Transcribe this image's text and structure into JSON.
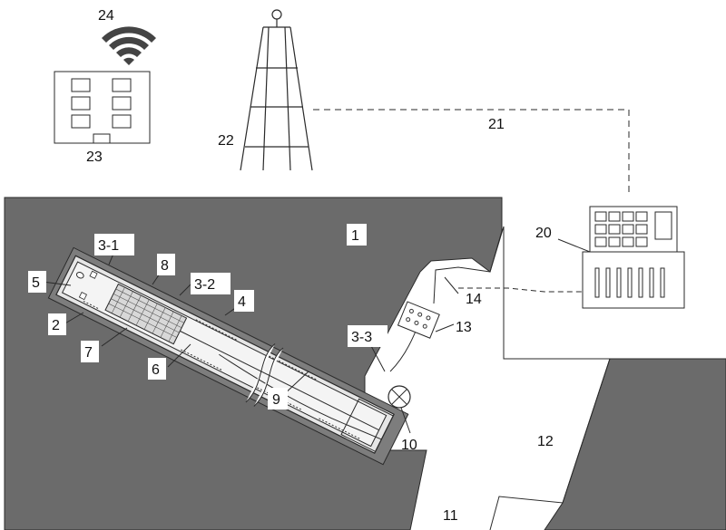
{
  "labels": {
    "rock_mass": "1",
    "inner_tube": "2",
    "section_3_1": "3-1",
    "section_3_2": "3-2",
    "section_3_3": "3-3",
    "outer_tube": "4",
    "sensor_head": "5",
    "rod": "6",
    "spring": "7",
    "grid_block": "8",
    "cable": "9",
    "cable_reel": "10",
    "tunnel_floor": "11",
    "tunnel": "12",
    "junction_box": "13",
    "wire": "14",
    "collector": "20",
    "link": "21",
    "tower": "22",
    "building": "23",
    "wifi": "24"
  },
  "colors": {
    "rock": "#6b6b6b",
    "stroke": "#2a2a2a",
    "paper": "#ffffff",
    "label_box": "#ffffff"
  }
}
